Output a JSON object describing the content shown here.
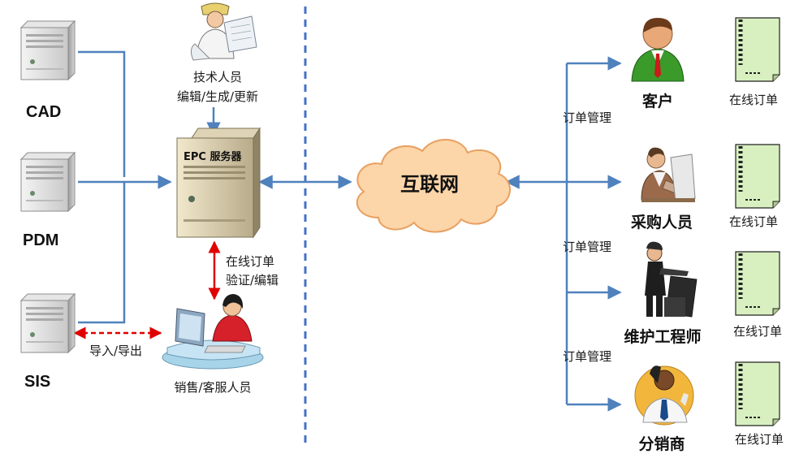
{
  "systems": [
    {
      "label": "CAD",
      "icon": "server-tower-icon"
    },
    {
      "label": "PDM",
      "icon": "server-tower-icon"
    },
    {
      "label": "SIS",
      "icon": "server-tower-icon"
    }
  ],
  "tech_staff": {
    "title": "技术人员",
    "action": "编辑/生成/更新",
    "icon": "engineer-with-drawings-icon"
  },
  "epc_server": {
    "label": "EPC 服务器",
    "icon": "server-tower-icon"
  },
  "sales": {
    "label": "销售/客服人员",
    "icon": "sales-person-at-computer-icon"
  },
  "sales_link": {
    "line1": "在线订单",
    "line2": "验证/编辑"
  },
  "sis_link": {
    "label": "导入/导出"
  },
  "internet": {
    "label": "互联网",
    "icon": "cloud-icon"
  },
  "order_mgmt": [
    "订单管理",
    "订单管理",
    "订单管理"
  ],
  "users": [
    {
      "label": "客户",
      "icon": "customer-person-icon",
      "doc": "在线订单"
    },
    {
      "label": "采购人员",
      "icon": "purchaser-at-desk-icon",
      "doc": "在线订单"
    },
    {
      "label": "维护工程师",
      "icon": "maintenance-engineer-icon",
      "doc": "在线订单"
    },
    {
      "label": "分销商",
      "icon": "distributor-on-phone-icon",
      "doc": "在线订单"
    }
  ],
  "colors": {
    "line": "#4f81bd",
    "divider": "#4472c4",
    "red": "#e00000",
    "cloud": "#fcd5a8",
    "doc": "#d8f0c0"
  }
}
